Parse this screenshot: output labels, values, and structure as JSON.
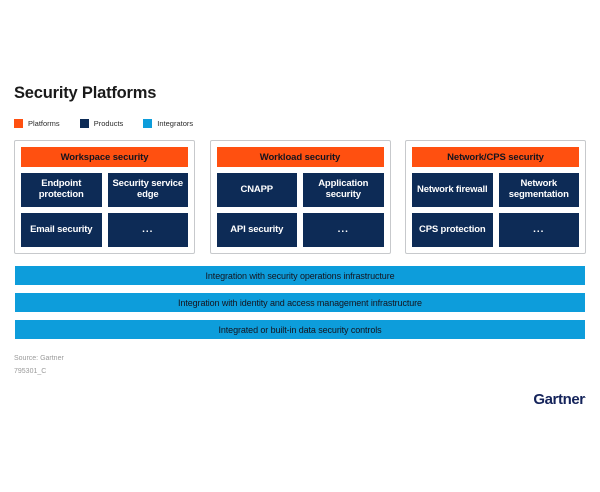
{
  "page": {
    "title": "Security Platforms",
    "background_color": "#ffffff"
  },
  "legend": {
    "items": [
      {
        "label": "Platforms",
        "color": "#ff5010"
      },
      {
        "label": "Products",
        "color": "#0d2b56"
      },
      {
        "label": "Integrators",
        "color": "#0d9ddb"
      }
    ]
  },
  "columns": [
    {
      "header": "Workspace security",
      "tiles": [
        "Endpoint protection",
        "Security service edge",
        "Email security",
        "..."
      ]
    },
    {
      "header": "Workload security",
      "tiles": [
        "CNAPP",
        "Application security",
        "API security",
        "..."
      ]
    },
    {
      "header": "Network/CPS security",
      "tiles": [
        "Network firewall",
        "Network segmentation",
        "CPS protection",
        "..."
      ]
    }
  ],
  "integration_bars": [
    "Integration with security operations infrastructure",
    "Integration with identity and access management infrastructure",
    "Integrated or built-in data security controls"
  ],
  "footer": {
    "source": "Source: Gartner",
    "doc_id": "795301_C",
    "brand": "Gartner",
    "brand_mark": "."
  }
}
